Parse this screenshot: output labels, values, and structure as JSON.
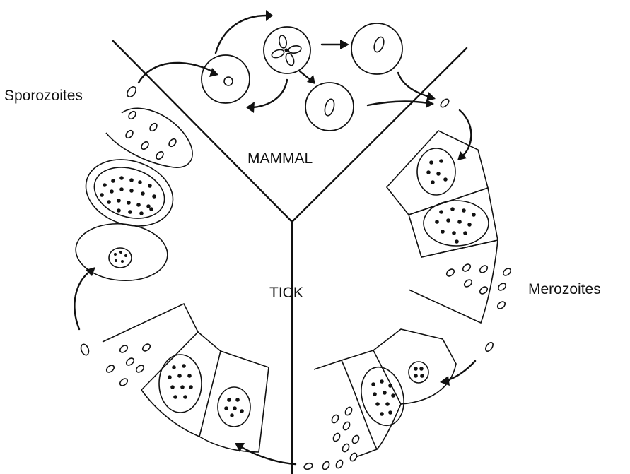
{
  "labels": {
    "host_mammal": "MAMMAL",
    "host_tick": "TICK",
    "sporozoites": "Sporozoites",
    "merozoites": "Merozoites"
  }
}
